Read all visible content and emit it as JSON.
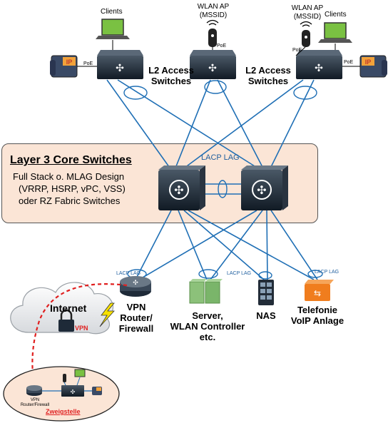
{
  "top": {
    "clients_left": "Clients",
    "clients_right": "Clients",
    "wlan_ap_center": [
      "WLAN AP",
      "(MSSID)"
    ],
    "wlan_ap_right": [
      "WLAN AP",
      "(MSSID)"
    ],
    "poe": "PoE",
    "l2_left": [
      "L2 Access",
      "Switches"
    ],
    "l2_right": [
      "L2 Access",
      "Switches"
    ],
    "ip_phone_text": "IP"
  },
  "core": {
    "title": "Layer 3 Core Switches",
    "lines": [
      "Full Stack o. MLAG Design",
      "(VRRP, HSRP, vPC, VSS)",
      "oder RZ Fabric Switches"
    ],
    "lacp": "LACP LAG"
  },
  "bottom": {
    "lacp_small": "LACP LAG",
    "vpn_router": [
      "VPN",
      "Router/",
      "Firewall"
    ],
    "server": [
      "Server,",
      "WLAN Controller",
      "etc."
    ],
    "nas": "NAS",
    "telefonie": [
      "Telefonie",
      "VoIP Anlage"
    ],
    "internet": "Internet",
    "vpn_lock": "VPN",
    "branch_router": [
      "VPN",
      "Router/Firewall"
    ],
    "branch_name": "Zweigstelle"
  },
  "colors": {
    "link": "#1f6fb5",
    "core_fill": "#fbe5d6",
    "vpn_dash": "#e02020",
    "switch_fill": "#1e2a38",
    "client_green": "#7ac142"
  }
}
